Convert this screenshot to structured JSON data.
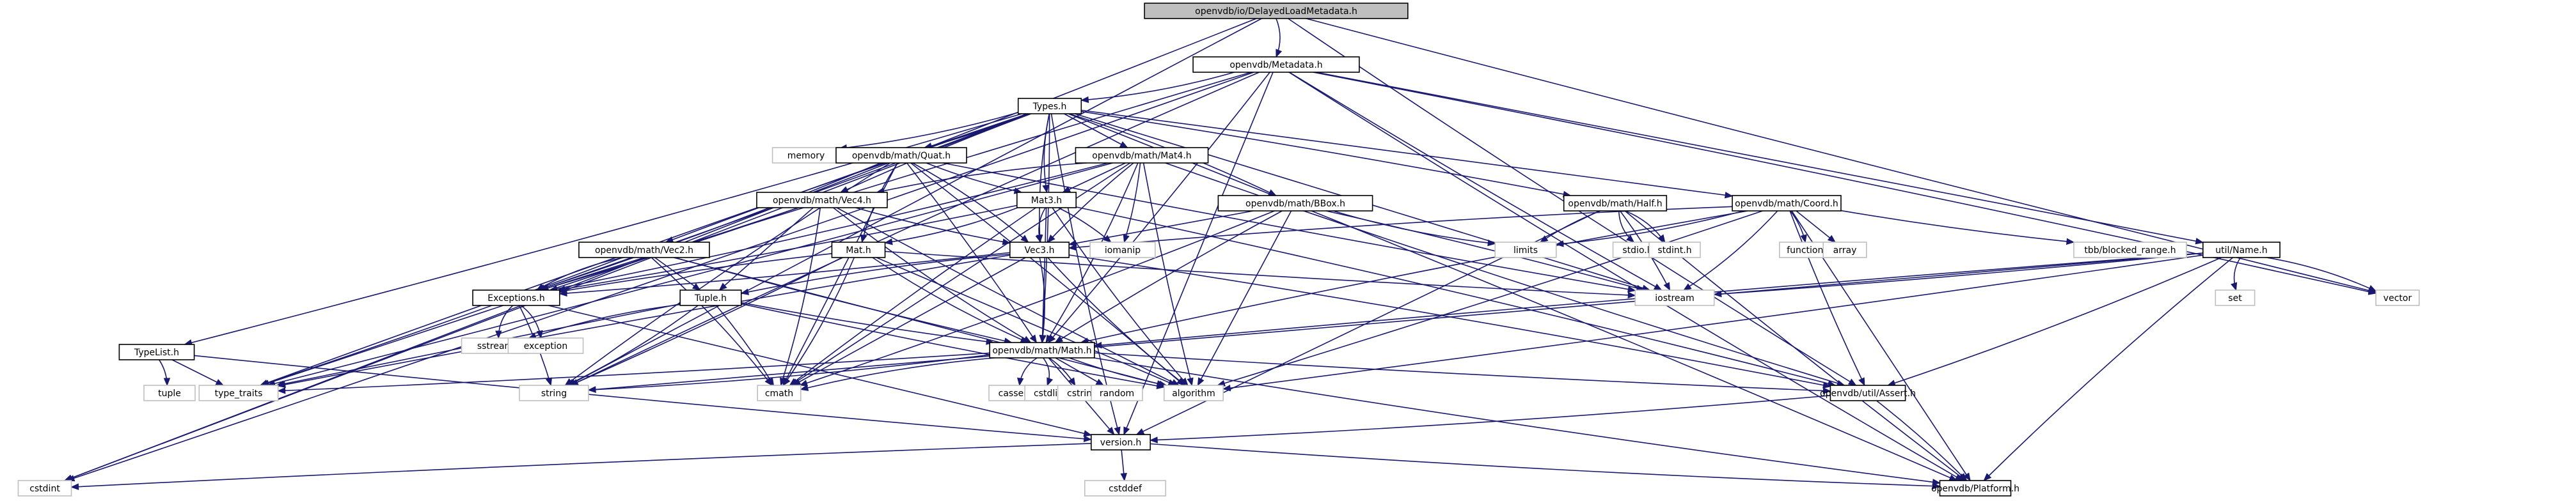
{
  "title": "openvdb/io/DelayedLoadMetadata.h",
  "colors": {
    "edge": "#191970",
    "root_fill": "#bfbfbf",
    "node_border": "#000000",
    "system_border": "#bfbfbf"
  },
  "nodes": [
    {
      "id": "root",
      "label": "openvdb/io/DelayedLoadMetadata.h",
      "kind": "root"
    },
    {
      "id": "metadata",
      "label": "openvdb/Metadata.h",
      "kind": "local"
    },
    {
      "id": "types",
      "label": "Types.h",
      "kind": "local"
    },
    {
      "id": "memory",
      "label": "memory",
      "kind": "system"
    },
    {
      "id": "quat",
      "label": "openvdb/math/Quat.h",
      "kind": "local"
    },
    {
      "id": "mat4",
      "label": "openvdb/math/Mat4.h",
      "kind": "local"
    },
    {
      "id": "vec4",
      "label": "openvdb/math/Vec4.h",
      "kind": "local"
    },
    {
      "id": "mat3",
      "label": "Mat3.h",
      "kind": "local"
    },
    {
      "id": "bbox",
      "label": "openvdb/math/BBox.h",
      "kind": "local"
    },
    {
      "id": "half",
      "label": "openvdb/math/Half.h",
      "kind": "local"
    },
    {
      "id": "coord",
      "label": "openvdb/math/Coord.h",
      "kind": "local"
    },
    {
      "id": "name",
      "label": "util/Name.h",
      "kind": "local"
    },
    {
      "id": "vec2",
      "label": "openvdb/math/Vec2.h",
      "kind": "local"
    },
    {
      "id": "mat",
      "label": "Mat.h",
      "kind": "local"
    },
    {
      "id": "vec3",
      "label": "Vec3.h",
      "kind": "local"
    },
    {
      "id": "iomanip",
      "label": "iomanip",
      "kind": "system"
    },
    {
      "id": "limits",
      "label": "limits",
      "kind": "system"
    },
    {
      "id": "stdio",
      "label": "stdio.h",
      "kind": "system"
    },
    {
      "id": "stdint",
      "label": "stdint.h",
      "kind": "system"
    },
    {
      "id": "functional",
      "label": "functional",
      "kind": "system"
    },
    {
      "id": "array",
      "label": "array",
      "kind": "system"
    },
    {
      "id": "blocked",
      "label": "tbb/blocked_range.h",
      "kind": "system"
    },
    {
      "id": "vector",
      "label": "vector",
      "kind": "system"
    },
    {
      "id": "set",
      "label": "set",
      "kind": "system"
    },
    {
      "id": "iostream",
      "label": "iostream",
      "kind": "system"
    },
    {
      "id": "typelist",
      "label": "TypeList.h",
      "kind": "local"
    },
    {
      "id": "exceptions",
      "label": "Exceptions.h",
      "kind": "local"
    },
    {
      "id": "tuple_h",
      "label": "Tuple.h",
      "kind": "local"
    },
    {
      "id": "sstream",
      "label": "sstream",
      "kind": "system"
    },
    {
      "id": "exception",
      "label": "exception",
      "kind": "system"
    },
    {
      "id": "tuple",
      "label": "tuple",
      "kind": "system"
    },
    {
      "id": "type_traits",
      "label": "type_traits",
      "kind": "system"
    },
    {
      "id": "string",
      "label": "string",
      "kind": "system"
    },
    {
      "id": "math",
      "label": "openvdb/math/Math.h",
      "kind": "local"
    },
    {
      "id": "cmath",
      "label": "cmath",
      "kind": "system"
    },
    {
      "id": "cassert",
      "label": "cassert",
      "kind": "system"
    },
    {
      "id": "cstdlib",
      "label": "cstdlib",
      "kind": "system"
    },
    {
      "id": "cstring",
      "label": "cstring",
      "kind": "system"
    },
    {
      "id": "random",
      "label": "random",
      "kind": "system"
    },
    {
      "id": "algorithm",
      "label": "algorithm",
      "kind": "system"
    },
    {
      "id": "assert",
      "label": "openvdb/util/Assert.h",
      "kind": "local"
    },
    {
      "id": "version",
      "label": "version.h",
      "kind": "local"
    },
    {
      "id": "cstdint",
      "label": "cstdint",
      "kind": "system"
    },
    {
      "id": "cstddef",
      "label": "cstddef",
      "kind": "system"
    },
    {
      "id": "platform",
      "label": "openvdb/Platform.h",
      "kind": "local"
    }
  ],
  "edges": [
    [
      "root",
      "metadata"
    ],
    [
      "root",
      "cstdint"
    ],
    [
      "root",
      "string"
    ],
    [
      "root",
      "vector"
    ],
    [
      "root",
      "assert"
    ],
    [
      "metadata",
      "types"
    ],
    [
      "metadata",
      "math"
    ],
    [
      "metadata",
      "name"
    ],
    [
      "metadata",
      "iostream"
    ],
    [
      "metadata",
      "string"
    ],
    [
      "metadata",
      "vector"
    ],
    [
      "metadata",
      "cstdint"
    ],
    [
      "metadata",
      "version"
    ],
    [
      "metadata",
      "exceptions"
    ],
    [
      "metadata",
      "platform"
    ],
    [
      "types",
      "memory"
    ],
    [
      "types",
      "quat"
    ],
    [
      "types",
      "mat4"
    ],
    [
      "types",
      "vec4"
    ],
    [
      "types",
      "mat3"
    ],
    [
      "types",
      "bbox"
    ],
    [
      "types",
      "half"
    ],
    [
      "types",
      "coord"
    ],
    [
      "types",
      "vec2"
    ],
    [
      "types",
      "vec3"
    ],
    [
      "types",
      "typelist"
    ],
    [
      "types",
      "math"
    ],
    [
      "types",
      "cstdint"
    ],
    [
      "types",
      "type_traits"
    ],
    [
      "types",
      "version"
    ],
    [
      "types",
      "platform"
    ],
    [
      "types",
      "exceptions"
    ],
    [
      "types",
      "iostream"
    ],
    [
      "quat",
      "mat3"
    ],
    [
      "quat",
      "mat"
    ],
    [
      "quat",
      "vec3"
    ],
    [
      "quat",
      "math"
    ],
    [
      "quat",
      "cmath"
    ],
    [
      "quat",
      "iostream"
    ],
    [
      "quat",
      "string"
    ],
    [
      "quat",
      "exceptions"
    ],
    [
      "quat",
      "algorithm"
    ],
    [
      "mat4",
      "mat3"
    ],
    [
      "mat4",
      "vec3"
    ],
    [
      "mat4",
      "vec4"
    ],
    [
      "mat4",
      "math"
    ],
    [
      "mat4",
      "iomanip"
    ],
    [
      "mat4",
      "cmath"
    ],
    [
      "mat4",
      "algorithm"
    ],
    [
      "mat4",
      "assert"
    ],
    [
      "mat4",
      "exceptions"
    ],
    [
      "mat4",
      "type_traits"
    ],
    [
      "vec4",
      "tuple_h"
    ],
    [
      "vec4",
      "vec3"
    ],
    [
      "vec4",
      "math"
    ],
    [
      "vec4",
      "cmath"
    ],
    [
      "vec4",
      "exceptions"
    ],
    [
      "vec4",
      "type_traits"
    ],
    [
      "vec4",
      "algorithm"
    ],
    [
      "mat3",
      "vec3"
    ],
    [
      "mat3",
      "mat"
    ],
    [
      "mat3",
      "iomanip"
    ],
    [
      "mat3",
      "math"
    ],
    [
      "mat3",
      "cmath"
    ],
    [
      "mat3",
      "algorithm"
    ],
    [
      "mat3",
      "assert"
    ],
    [
      "mat3",
      "exceptions"
    ],
    [
      "bbox",
      "vec3"
    ],
    [
      "bbox",
      "math"
    ],
    [
      "bbox",
      "limits"
    ],
    [
      "bbox",
      "cmath"
    ],
    [
      "bbox",
      "iostream"
    ],
    [
      "bbox",
      "algorithm"
    ],
    [
      "half",
      "limits"
    ],
    [
      "half",
      "stdio"
    ],
    [
      "half",
      "stdint"
    ],
    [
      "half",
      "iostream"
    ],
    [
      "half",
      "version"
    ],
    [
      "half",
      "platform"
    ],
    [
      "coord",
      "vec3"
    ],
    [
      "coord",
      "limits"
    ],
    [
      "coord",
      "functional"
    ],
    [
      "coord",
      "array"
    ],
    [
      "coord",
      "blocked"
    ],
    [
      "coord",
      "math"
    ],
    [
      "coord",
      "iostream"
    ],
    [
      "coord",
      "algorithm"
    ],
    [
      "coord",
      "platform"
    ],
    [
      "coord",
      "assert"
    ],
    [
      "name",
      "set"
    ],
    [
      "name",
      "vector"
    ],
    [
      "name",
      "iostream"
    ],
    [
      "name",
      "string"
    ],
    [
      "name",
      "math"
    ],
    [
      "name",
      "platform"
    ],
    [
      "name",
      "assert"
    ],
    [
      "name",
      "algorithm"
    ],
    [
      "vec2",
      "tuple_h"
    ],
    [
      "vec2",
      "math"
    ],
    [
      "vec2",
      "exceptions"
    ],
    [
      "vec2",
      "cmath"
    ],
    [
      "vec2",
      "type_traits"
    ],
    [
      "vec2",
      "algorithm"
    ],
    [
      "mat",
      "exceptions"
    ],
    [
      "mat",
      "math"
    ],
    [
      "mat",
      "cmath"
    ],
    [
      "mat",
      "string"
    ],
    [
      "mat",
      "algorithm"
    ],
    [
      "mat",
      "iostream"
    ],
    [
      "vec3",
      "tuple_h"
    ],
    [
      "vec3",
      "math"
    ],
    [
      "vec3",
      "exceptions"
    ],
    [
      "vec3",
      "cmath"
    ],
    [
      "vec3",
      "type_traits"
    ],
    [
      "vec3",
      "algorithm"
    ],
    [
      "vec3",
      "assert"
    ],
    [
      "typelist",
      "tuple"
    ],
    [
      "typelist",
      "type_traits"
    ],
    [
      "typelist",
      "version"
    ],
    [
      "exceptions",
      "sstream"
    ],
    [
      "exceptions",
      "exception"
    ],
    [
      "exceptions",
      "string"
    ],
    [
      "exceptions",
      "version"
    ],
    [
      "tuple_h",
      "math"
    ],
    [
      "tuple_h",
      "sstream"
    ],
    [
      "tuple_h",
      "string"
    ],
    [
      "tuple_h",
      "cmath"
    ],
    [
      "tuple_h",
      "type_traits"
    ],
    [
      "tuple_h",
      "algorithm"
    ],
    [
      "math",
      "cassert"
    ],
    [
      "math",
      "cstdlib"
    ],
    [
      "math",
      "cstring"
    ],
    [
      "math",
      "random"
    ],
    [
      "math",
      "algorithm"
    ],
    [
      "math",
      "cmath"
    ],
    [
      "math",
      "string"
    ],
    [
      "math",
      "type_traits"
    ],
    [
      "math",
      "version"
    ],
    [
      "math",
      "assert"
    ],
    [
      "math",
      "platform"
    ],
    [
      "assert",
      "version"
    ],
    [
      "assert",
      "platform"
    ],
    [
      "version",
      "cstddef"
    ],
    [
      "version",
      "cstdint"
    ],
    [
      "version",
      "platform"
    ]
  ]
}
